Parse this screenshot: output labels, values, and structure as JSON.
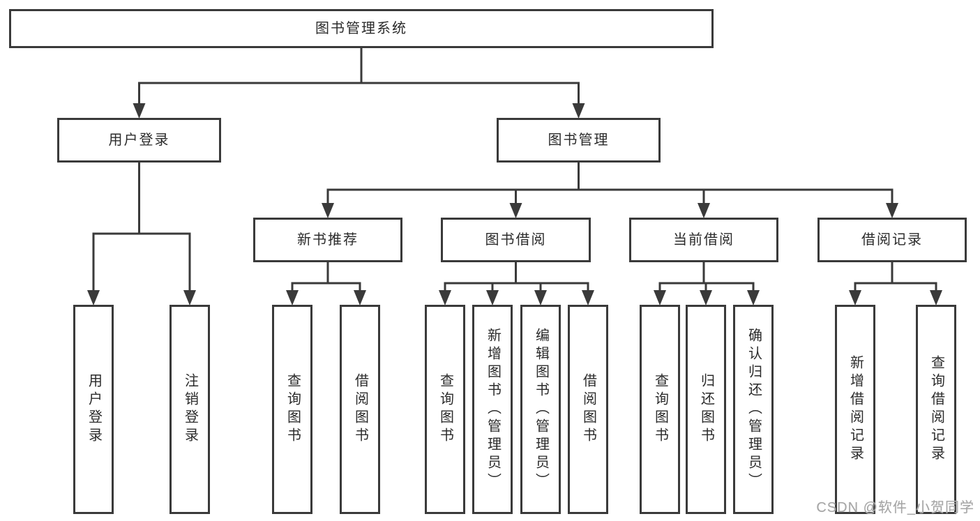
{
  "diagram": {
    "title": "图书管理系统",
    "watermark": "CSDN @软件_小贺同学",
    "colors": {
      "background": "#ffffff",
      "line": "#3a3a3a",
      "box_border": "#3a3a3a",
      "text": "#2b2b2b",
      "watermark": "#a6a6a6"
    },
    "nodes": [
      {
        "id": "root",
        "label": "图书管理系统",
        "orientation": "horizontal",
        "level": 1
      },
      {
        "id": "user-login-group",
        "label": "用户登录",
        "orientation": "horizontal",
        "level": 2
      },
      {
        "id": "book-mgmt",
        "label": "图书管理",
        "orientation": "horizontal",
        "level": 2
      },
      {
        "id": "new-book-rec",
        "label": "新书推荐",
        "orientation": "horizontal",
        "level": 3
      },
      {
        "id": "book-borrow",
        "label": "图书借阅",
        "orientation": "horizontal",
        "level": 3
      },
      {
        "id": "current-borrow",
        "label": "当前借阅",
        "orientation": "horizontal",
        "level": 3
      },
      {
        "id": "borrow-records",
        "label": "借阅记录",
        "orientation": "horizontal",
        "level": 3
      },
      {
        "id": "user-login",
        "label": "用户登录",
        "orientation": "vertical",
        "level": 4
      },
      {
        "id": "logout",
        "label": "注销登录",
        "orientation": "vertical",
        "level": 4
      },
      {
        "id": "rec-query-books",
        "label": "查询图书",
        "orientation": "vertical",
        "level": 4
      },
      {
        "id": "rec-borrow-books",
        "label": "借阅图书",
        "orientation": "vertical",
        "level": 4
      },
      {
        "id": "bb-query-books",
        "label": "查询图书",
        "orientation": "vertical",
        "level": 4
      },
      {
        "id": "bb-add-books",
        "label": "新增图书（管理员）",
        "orientation": "vertical",
        "level": 4
      },
      {
        "id": "bb-edit-books",
        "label": "编辑图书（管理员）",
        "orientation": "vertical",
        "level": 4
      },
      {
        "id": "bb-borrow-books",
        "label": "借阅图书",
        "orientation": "vertical",
        "level": 4
      },
      {
        "id": "cb-query-books",
        "label": "查询图书",
        "orientation": "vertical",
        "level": 4
      },
      {
        "id": "cb-return-books",
        "label": "归还图书",
        "orientation": "vertical",
        "level": 4
      },
      {
        "id": "cb-confirm-return",
        "label": "确认归还（管理员）",
        "orientation": "vertical",
        "level": 4
      },
      {
        "id": "br-add-record",
        "label": "新增借阅记录",
        "orientation": "vertical",
        "level": 4
      },
      {
        "id": "br-query-record",
        "label": "查询借阅记录",
        "orientation": "vertical",
        "level": 4
      }
    ],
    "edges": [
      {
        "from": "root",
        "to": "user-login-group"
      },
      {
        "from": "root",
        "to": "book-mgmt"
      },
      {
        "from": "user-login-group",
        "to": "user-login"
      },
      {
        "from": "user-login-group",
        "to": "logout"
      },
      {
        "from": "book-mgmt",
        "to": "new-book-rec"
      },
      {
        "from": "book-mgmt",
        "to": "book-borrow"
      },
      {
        "from": "book-mgmt",
        "to": "current-borrow"
      },
      {
        "from": "book-mgmt",
        "to": "borrow-records"
      },
      {
        "from": "new-book-rec",
        "to": "rec-query-books"
      },
      {
        "from": "new-book-rec",
        "to": "rec-borrow-books"
      },
      {
        "from": "book-borrow",
        "to": "bb-query-books"
      },
      {
        "from": "book-borrow",
        "to": "bb-add-books"
      },
      {
        "from": "book-borrow",
        "to": "bb-edit-books"
      },
      {
        "from": "book-borrow",
        "to": "bb-borrow-books"
      },
      {
        "from": "current-borrow",
        "to": "cb-query-books"
      },
      {
        "from": "current-borrow",
        "to": "cb-return-books"
      },
      {
        "from": "current-borrow",
        "to": "cb-confirm-return"
      },
      {
        "from": "borrow-records",
        "to": "br-add-record"
      },
      {
        "from": "borrow-records",
        "to": "br-query-record"
      }
    ]
  }
}
